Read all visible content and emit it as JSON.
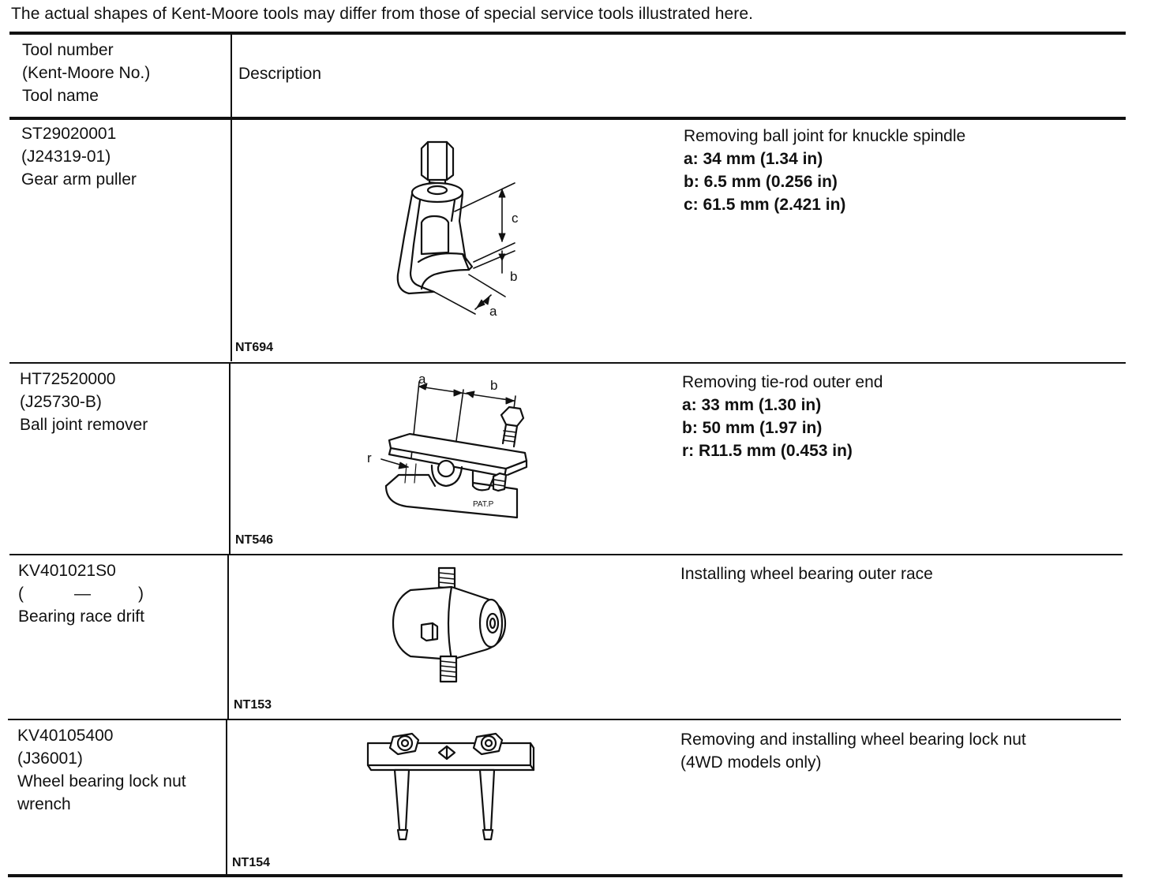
{
  "note": "The actual shapes of Kent-Moore tools may differ from those of special service tools illustrated here.",
  "header": {
    "tool_col": [
      "Tool number",
      "(Kent-Moore No.)",
      "Tool name"
    ],
    "desc_col": "Description"
  },
  "rows": [
    {
      "tool_number": "ST29020001",
      "kent_moore": "(J24319-01)",
      "tool_name": [
        "Gear arm puller"
      ],
      "description": "Removing ball joint for knuckle spindle",
      "specs": [
        "a: 34 mm (1.34 in)",
        "b: 6.5 mm (0.256 in)",
        "c: 61.5 mm (2.421 in)"
      ],
      "figure_code": "NT694",
      "figure_labels": [
        "a",
        "b",
        "c"
      ]
    },
    {
      "tool_number": "HT72520000",
      "kent_moore": "(J25730-B)",
      "tool_name": [
        "Ball joint remover"
      ],
      "description": "Removing tie-rod outer end",
      "specs": [
        "a: 33 mm (1.30 in)",
        "b: 50 mm (1.97 in)",
        "r: R11.5 mm (0.453 in)"
      ],
      "figure_code": "NT546",
      "figure_labels": [
        "a",
        "b",
        "r",
        "PAT.P"
      ]
    },
    {
      "tool_number": "KV401021S0",
      "kent_moore_parts": [
        "(",
        "—",
        ")"
      ],
      "tool_name": [
        "Bearing race drift"
      ],
      "description": "Installing wheel bearing outer race",
      "figure_code": "NT153"
    },
    {
      "tool_number": "KV40105400",
      "kent_moore": "(J36001)",
      "tool_name": [
        "Wheel bearing lock nut",
        "wrench"
      ],
      "description": [
        "Removing and installing wheel bearing lock nut",
        "(4WD models only)"
      ],
      "figure_code": "NT154"
    }
  ]
}
